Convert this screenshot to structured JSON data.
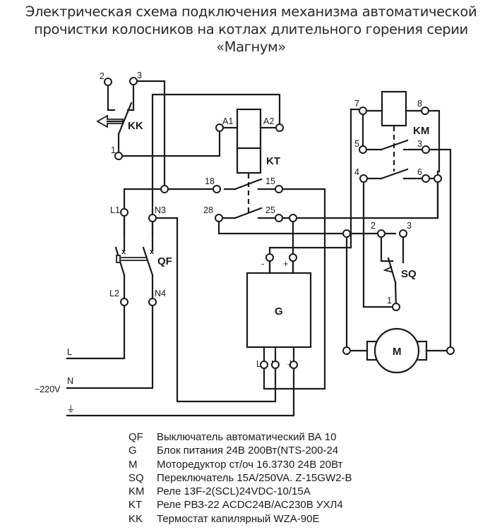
{
  "title": {
    "lines": [
      "Электрическая схема подключения механизма автоматической",
      "прочистки колосников на котлах длительного горения серии",
      "«Магнум»"
    ]
  },
  "components": {
    "KK": "KK",
    "KT": "KT",
    "KM": "KM",
    "QF": "QF",
    "G": "G",
    "SQ": "SQ",
    "M": "M"
  },
  "terminals": {
    "kk_2": "2",
    "kk_3": "3",
    "kk_1": "1",
    "kt_a1": "A1",
    "kt_a2": "A2",
    "kt_18": "18",
    "kt_15": "15",
    "kt_28": "28",
    "kt_25": "25",
    "km_7": "7",
    "km_8": "8",
    "km_5": "5",
    "km_3": "3",
    "km_4": "4",
    "km_6": "6",
    "qf_l1": "L1",
    "qf_n3": "N3",
    "qf_l2": "L2",
    "qf_n4": "N4",
    "g_minus": "-",
    "g_plus": "+",
    "g_l": "L",
    "g_n": "N",
    "g_pe": "⏚",
    "sq_2": "2",
    "sq_3": "3",
    "sq_1": "1"
  },
  "supply": {
    "line_l": "L",
    "line_n": "N",
    "voltage": "~220V",
    "ground": "⏚"
  },
  "legend": [
    {
      "code": "QF",
      "text": "Выключатель автоматический ВА  10"
    },
    {
      "code": "G",
      "text": "Блок питания 24В 200Вт(NTS-200-24"
    },
    {
      "code": "M",
      "text": "Моторедуктор  ст/оч 16.3730 24В 20Вт"
    },
    {
      "code": "SQ",
      "text": "Переключатель 15А/250VA. Z-15GW2-B"
    },
    {
      "code": "KM",
      "text": "Реле 13F-2(SCL)24VDC-10/15A"
    },
    {
      "code": "KT",
      "text": "Реле РВЗ-22 ACDC24В/АС230В УХЛ4"
    },
    {
      "code": "KK",
      "text": "Термостат капилярный  WZA-90E"
    }
  ]
}
